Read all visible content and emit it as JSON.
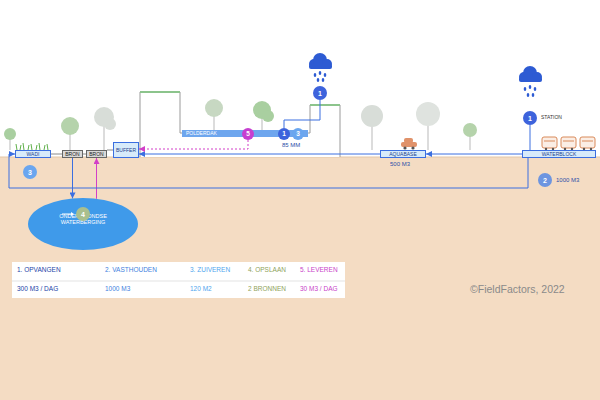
{
  "diagram": {
    "nodes": [
      {
        "text": [
          "1"
        ]
      },
      {
        "text": [
          "1"
        ]
      },
      {
        "text": [
          "POLDERDAK"
        ]
      },
      {
        "text": [
          "5"
        ]
      },
      {
        "text": [
          "1"
        ]
      },
      {
        "text": [
          "3"
        ]
      },
      {
        "text": [
          "WADI"
        ]
      },
      {
        "text": [
          "BRON"
        ]
      },
      {
        "text": [
          "BRON"
        ]
      },
      {
        "text": [
          "BUFFER"
        ]
      },
      {
        "text": [
          "AQUABASE"
        ]
      },
      {
        "text": [
          "WATERBLOCK"
        ]
      },
      {
        "text": [
          "3"
        ]
      },
      {
        "text": [
          "2"
        ]
      },
      {
        "text": [
          "ONDERGRONDSE WATERBERGING"
        ]
      },
      {
        "text": [
          "4"
        ],
        "in": 14
      }
    ],
    "edges": [
      {
        "from": 0,
        "to": 4,
        "arrow": "none"
      },
      {
        "from": 1,
        "to": 11,
        "arrow": "none"
      },
      {
        "from": 11,
        "to": 10,
        "arrow": "to"
      },
      {
        "from": 10,
        "to": 9,
        "arrow": "to"
      },
      {
        "from": 3,
        "to": 9,
        "arrow": "to"
      },
      {
        "from": 9,
        "to": 8,
        "arrow": "none"
      },
      {
        "from": 8,
        "to": 7,
        "arrow": "none"
      },
      {
        "from": 7,
        "to": 6,
        "arrow": "none"
      },
      {
        "from": 7,
        "to": 14,
        "arrow": "to"
      },
      {
        "from": 14,
        "to": 8,
        "arrow": "to"
      },
      {
        "from": 11,
        "to": 6,
        "arrow": "to"
      }
    ],
    "labels": [
      "STATION",
      "85 MM",
      "500 M3",
      "1000 M3",
      "1. OPVANGEN",
      "2. VASTHOUDEN",
      "3. ZUIVEREN",
      "4. OPSLAAN",
      "5. LEVEREN",
      "300 M3 / DAG",
      "1000 M3",
      "120 M2",
      "2 BRONNEN",
      "30 M3 / DAG",
      "©FieldFactors, 2022"
    ]
  }
}
